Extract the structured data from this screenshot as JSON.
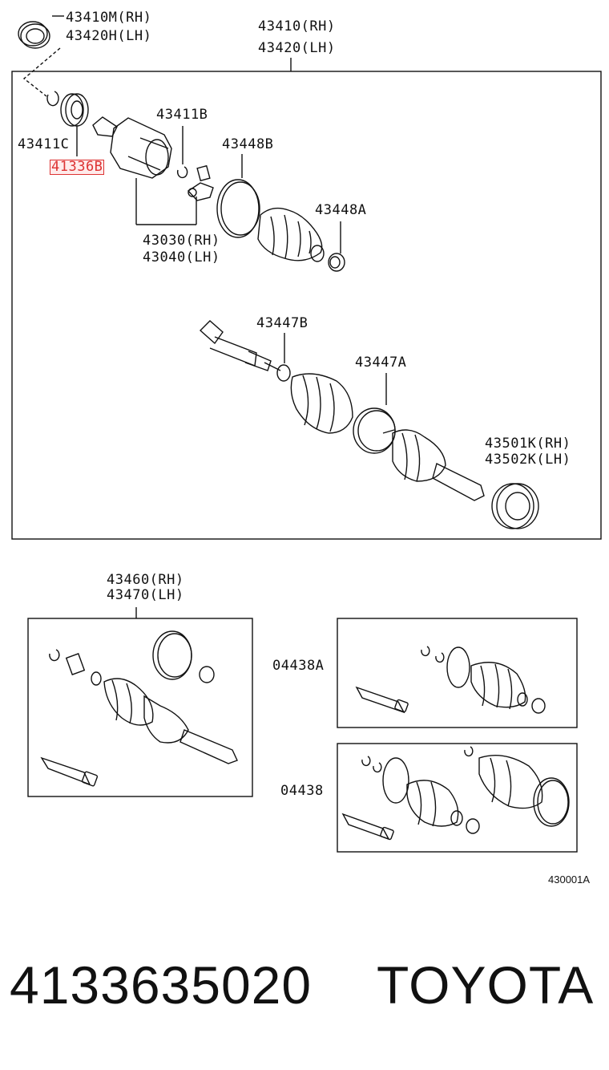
{
  "diagram": {
    "labels": {
      "oil_seal_top": [
        "43410M(RH)",
        "43420H(LH)"
      ],
      "shaft_assy": [
        "43410(RH)",
        "43420(LH)"
      ],
      "ring_43411b": "43411B",
      "clamp_43448b": "43448B",
      "ring_43411c": "43411C",
      "part_highlight": "41336B",
      "clamp_43448a": "43448A",
      "tripod": [
        "43030(RH)",
        "43040(LH)"
      ],
      "clamp_43447b": "43447B",
      "clamp_43447a": "43447A",
      "seal_right": [
        "43501K(RH)",
        "43502K(LH)"
      ],
      "shaft_assy_2": [
        "43460(RH)",
        "43470(LH)"
      ],
      "kit_04438a": "04438A",
      "kit_04438": "04438",
      "figure_code": "430001A"
    },
    "highlight_color": "#d33333"
  },
  "footer": {
    "part_number": "4133635020",
    "brand": "TOYOTA"
  }
}
